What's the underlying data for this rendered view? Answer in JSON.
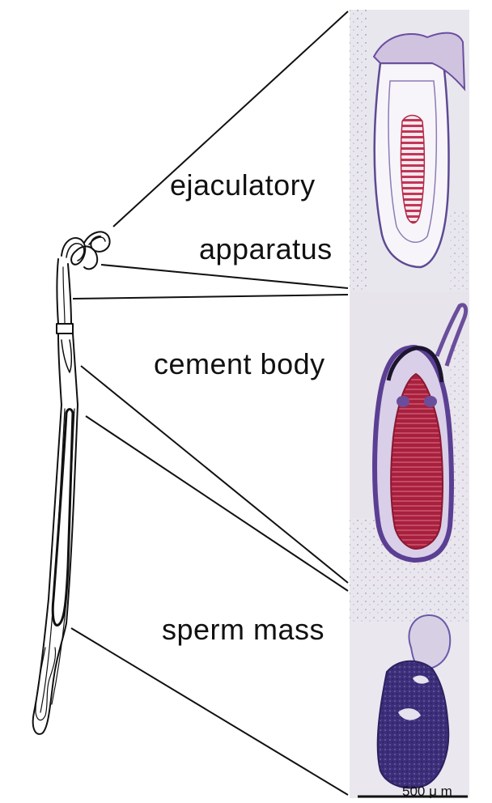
{
  "labels": {
    "ejaculatory": "ejaculatory",
    "apparatus": "apparatus",
    "cement_body": "cement body",
    "sperm_mass": "sperm mass"
  },
  "scale_bar": {
    "text": "500 μ m"
  },
  "colors": {
    "background": "#ffffff",
    "line": "#111111",
    "panel_bg": "#e9e7ee",
    "stain_purple": "#6a4e9c",
    "stain_red": "#a8203f"
  }
}
